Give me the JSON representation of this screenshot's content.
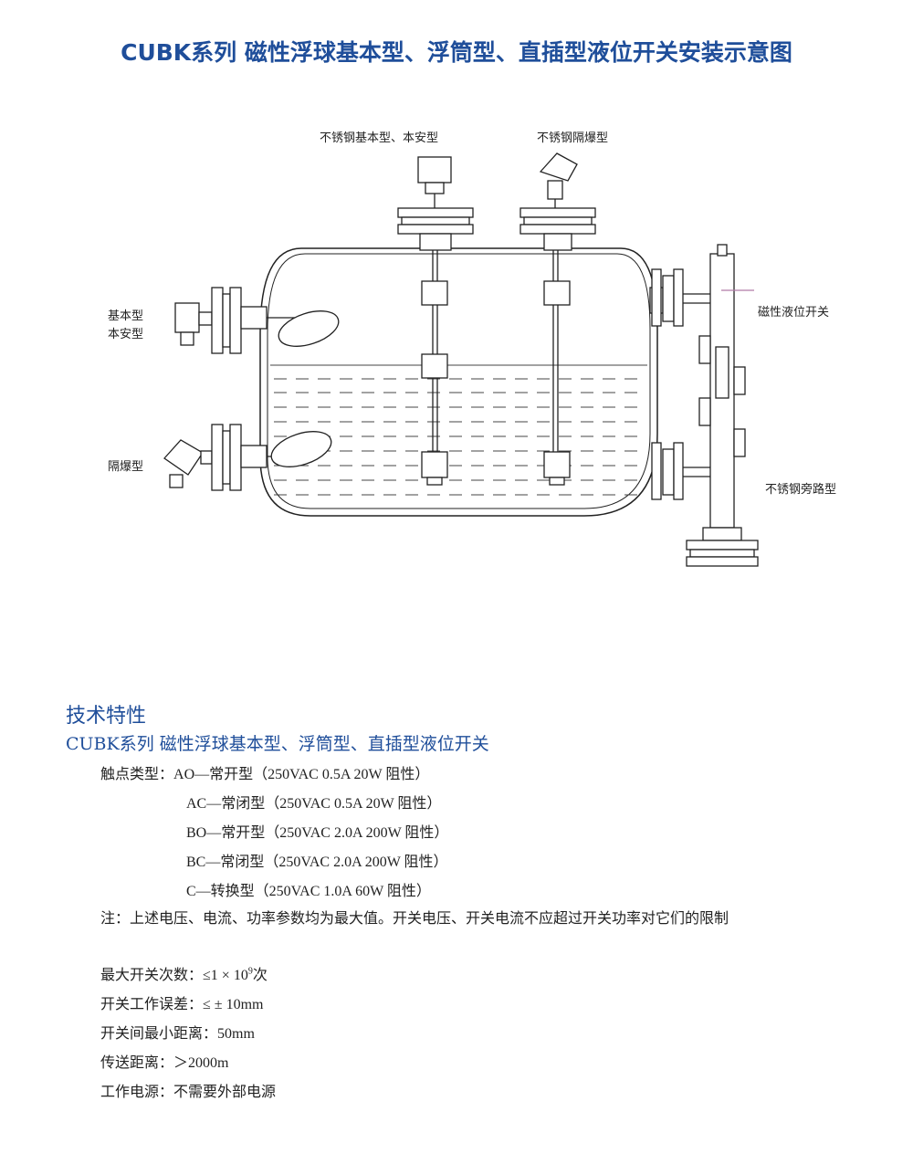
{
  "title": "CUBK系列 磁性浮球基本型、浮筒型、直插型液位开关安装示意图",
  "diagram": {
    "labels": {
      "top_basic": "不锈钢基本型、本安型",
      "top_explosion": "不锈钢隔爆型",
      "left_basic_line1": "基本型",
      "left_basic_line2": "本安型",
      "left_explosion": "隔爆型",
      "right_switch": "磁性液位开关",
      "right_bypass": "不锈钢旁路型"
    }
  },
  "tech": {
    "heading": "技术特性",
    "subtitle": "CUBK系列  磁性浮球基本型、浮筒型、直插型液位开关",
    "contact_label": "触点类型：",
    "contacts": [
      "AO—常开型（250VAC  0.5A  20W  阻性）",
      "AC—常闭型（250VAC  0.5A  20W  阻性）",
      "BO—常开型（250VAC  2.0A  200W  阻性）",
      "BC—常闭型（250VAC  2.0A  200W  阻性）",
      "C—转换型（250VAC  1.0A  60W  阻性）"
    ],
    "note": "注：上述电压、电流、功率参数均为最大值。开关电压、开关电流不应超过开关功率对它们的限制",
    "max_cycles_label": "最大开关次数：",
    "max_cycles_prefix": "≤1 × 10",
    "max_cycles_exp": "9",
    "max_cycles_suffix": "次",
    "error": "开关工作误差：≤ ± 10mm",
    "min_distance": "开关间最小距离：50mm",
    "transmission": "传送距离：＞2000m",
    "power": "工作电源：不需要外部电源"
  }
}
